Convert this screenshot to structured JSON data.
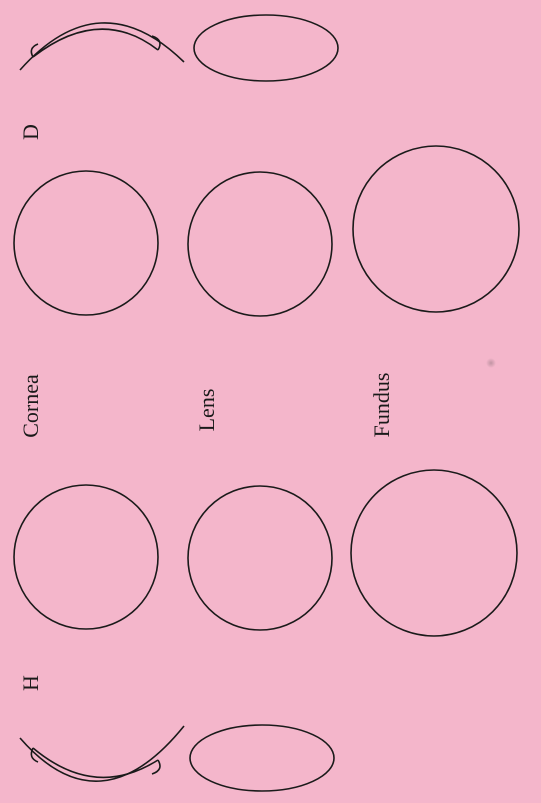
{
  "labels": {
    "top_side": "D",
    "bottom_side": "H",
    "row_1": "Cornea",
    "row_2": "Lens",
    "row_3": "Fundus"
  },
  "colors": {
    "paper": "#f4b6cb",
    "ink": "#1a1a1a"
  }
}
